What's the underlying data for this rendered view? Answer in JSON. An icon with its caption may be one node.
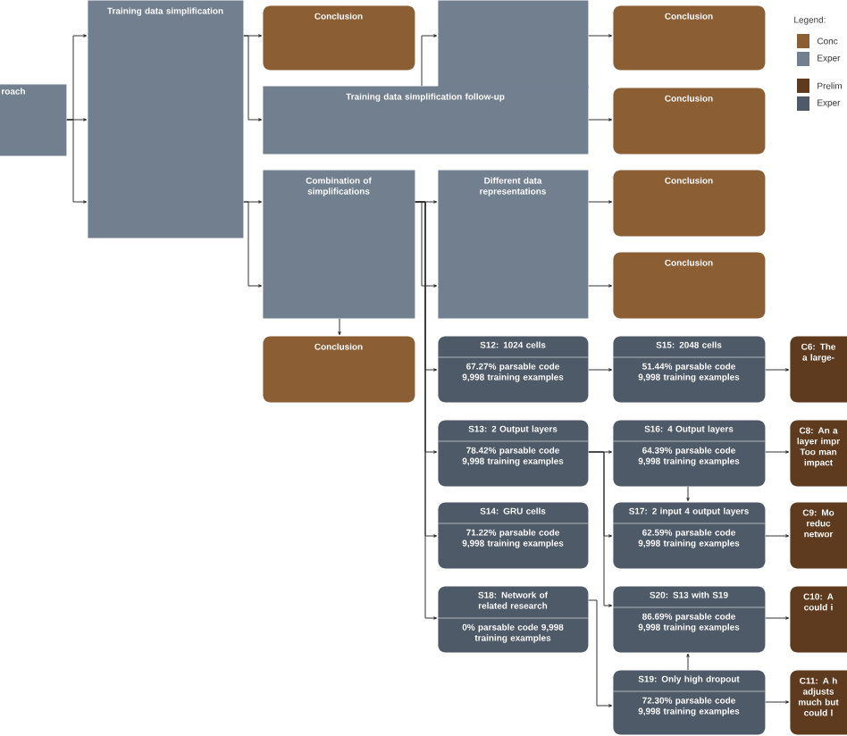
{
  "diagram": {
    "nodes": [
      {
        "text": [
          "roach"
        ]
      },
      {
        "text": [
          "Training data simplification"
        ]
      },
      {
        "text": [
          "Conclusion"
        ]
      },
      {
        "text": [],
        "shape": "box"
      },
      {
        "text": [
          "Conclusion"
        ]
      },
      {
        "text": [
          "Training data simplification follow-up"
        ]
      },
      {
        "text": [
          "Conclusion"
        ]
      },
      {
        "text": [
          "Combination of simplifications"
        ]
      },
      {
        "text": [
          "Different data representations"
        ]
      },
      {
        "text": [
          "Conclusion"
        ]
      },
      {
        "text": [
          "Conclusion"
        ]
      },
      {
        "text": [
          "Conclusion"
        ]
      },
      {
        "text": [
          "S12: 1024 cells",
          "67.27% parsable code 9,998 training examples"
        ]
      },
      {
        "text": [
          "S15: 2048 cells",
          "51.44% parsable code 9,998 training examples"
        ]
      },
      {
        "text": [
          "C6: The a large-"
        ]
      },
      {
        "text": [
          "S13: 2 Output layers",
          "78.42% parsable code 9,998 training examples"
        ]
      },
      {
        "text": [
          "S16: 4 Output layers",
          "64.39% parsable code 9,998 training examples"
        ]
      },
      {
        "text": [
          "C8: An a layer impr Too man impact"
        ]
      },
      {
        "text": [
          "S14: GRU cells",
          "71.22% parsable code 9,998 training examples"
        ]
      },
      {
        "text": [
          "S17: 2 input 4 output layers",
          "62.59% parsable code 9,998 training examples"
        ]
      },
      {
        "text": [
          "C9: Mo reduc networ"
        ]
      },
      {
        "text": [
          "S18: Network of related research",
          "0% parsable code 9,998 training examples"
        ]
      },
      {
        "text": [
          "S20: S13 with S19",
          "86.69% parsable code 9,998 training examples"
        ]
      },
      {
        "text": [
          "C10: A could i"
        ]
      },
      {
        "text": [
          "S19: Only high dropout",
          "72.30% parsable code 9,998 training examples"
        ]
      },
      {
        "text": [
          "C11: A h adjusts much but could l"
        ]
      }
    ],
    "edges": [
      {
        "from": 0,
        "to": 1,
        "arrow": "to"
      },
      {
        "from": 0,
        "to": 1,
        "arrow": "to"
      },
      {
        "from": 0,
        "to": 1,
        "arrow": "to"
      },
      {
        "from": 1,
        "to": 2,
        "arrow": "to"
      },
      {
        "from": 1,
        "to": 5,
        "arrow": "to"
      },
      {
        "from": 1,
        "to": 7,
        "arrow": "to"
      },
      {
        "from": 1,
        "to": 7,
        "arrow": "to"
      },
      {
        "from": 5,
        "to": 3,
        "arrow": "to"
      },
      {
        "from": 3,
        "to": 4,
        "arrow": "to"
      },
      {
        "from": 5,
        "to": 6,
        "arrow": "to"
      },
      {
        "from": 7,
        "to": 8,
        "arrow": "to"
      },
      {
        "from": 7,
        "to": 8,
        "arrow": "to"
      },
      {
        "from": 7,
        "to": 11,
        "arrow": "to"
      },
      {
        "from": 8,
        "to": 9,
        "arrow": "to"
      },
      {
        "from": 8,
        "to": 10,
        "arrow": "to"
      },
      {
        "from": 7,
        "to": 12,
        "arrow": "to"
      },
      {
        "from": 7,
        "to": 15,
        "arrow": "to"
      },
      {
        "from": 7,
        "to": 18,
        "arrow": "to"
      },
      {
        "from": 7,
        "to": 21,
        "arrow": "to"
      },
      {
        "from": 12,
        "to": 13,
        "arrow": "to"
      },
      {
        "from": 13,
        "to": 14,
        "arrow": "to"
      },
      {
        "from": 15,
        "to": 16,
        "arrow": "to"
      },
      {
        "from": 15,
        "to": 19,
        "arrow": "to"
      },
      {
        "from": 15,
        "to": 22,
        "arrow": "to"
      },
      {
        "from": 16,
        "to": 19,
        "arrow": "to"
      },
      {
        "from": 16,
        "to": 17,
        "arrow": "to"
      },
      {
        "from": 19,
        "to": 20,
        "arrow": "to"
      },
      {
        "from": 21,
        "to": 24,
        "arrow": "to"
      },
      {
        "from": 24,
        "to": 22,
        "arrow": "to"
      },
      {
        "from": 22,
        "to": 23,
        "arrow": "to"
      },
      {
        "from": 24,
        "to": 25,
        "arrow": "to"
      }
    ],
    "labels": [
      "Legend:"
    ],
    "legend": [
      {
        "text": "Conc",
        "color": "#8c5e34"
      },
      {
        "text": "Exper",
        "color": "#717f8f"
      },
      {
        "text": "Prelim",
        "color": "#5e3b1e"
      },
      {
        "text": "Exper",
        "color": "#4e5a67"
      }
    ]
  }
}
